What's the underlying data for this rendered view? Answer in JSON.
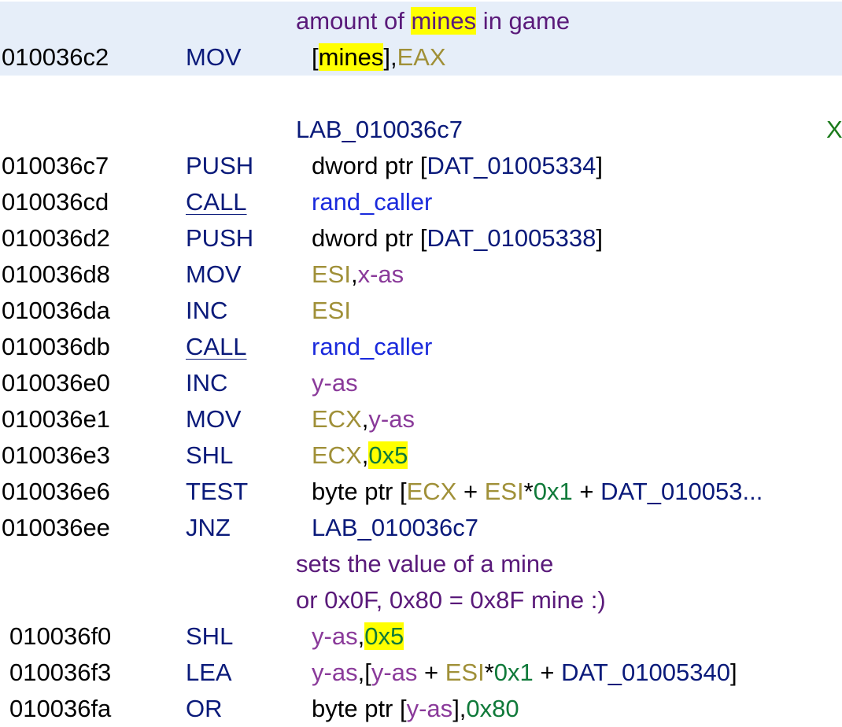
{
  "header": {
    "comment_pre": "amount of ",
    "comment_mark": "mines",
    "comment_post": " in game"
  },
  "lines": [
    {
      "addr": "010036c2",
      "mnem": "MOV"
    },
    {
      "label": "LAB_010036c7",
      "xref": "X"
    },
    {
      "addr": "010036c7",
      "mnem": "PUSH",
      "op_pre": "dword ptr [",
      "op_dat": "DAT_01005334",
      "op_post": "]"
    },
    {
      "addr": "010036cd",
      "mnem": "CALL",
      "op_fn": "rand_caller"
    },
    {
      "addr": "010036d2",
      "mnem": "PUSH",
      "op_pre": "dword ptr [",
      "op_dat": "DAT_01005338",
      "op_post": "]"
    },
    {
      "addr": "010036d8",
      "mnem": "MOV",
      "op_reg": "ESI",
      "op_sep": ",",
      "op_var": "x-as"
    },
    {
      "addr": "010036da",
      "mnem": "INC",
      "op_reg": "ESI"
    },
    {
      "addr": "010036db",
      "mnem": "CALL",
      "op_fn": "rand_caller"
    },
    {
      "addr": "010036e0",
      "mnem": "INC",
      "op_var": "y-as"
    },
    {
      "addr": "010036e1",
      "mnem": "MOV",
      "op_reg": "ECX",
      "op_sep": ",",
      "op_var": "y-as"
    },
    {
      "addr": "010036e3",
      "mnem": "SHL",
      "op_reg": "ECX",
      "op_sep": ",",
      "op_num": "0x5"
    },
    {
      "addr": "010036e6",
      "mnem": "TEST"
    },
    {
      "addr": "010036ee",
      "mnem": "JNZ",
      "op_dat": "LAB_010036c7"
    },
    {
      "comment": "sets the value of a mine"
    },
    {
      "comment": "or 0x0F, 0x80 = 0x8F mine :)"
    },
    {
      "addr": "010036f0",
      "mnem": "SHL",
      "op_var": "y-as",
      "op_sep": ",",
      "op_num": "0x5"
    },
    {
      "addr": "010036f3",
      "mnem": "LEA"
    },
    {
      "addr": "010036fa",
      "mnem": "OR"
    }
  ],
  "ops": {
    "mov_mines": {
      "open": "[",
      "mark": "mines",
      "close": "],",
      "reg": "EAX"
    },
    "test": {
      "pre": "byte ptr [",
      "r1": "ECX",
      "plus1": " + ",
      "r2": "ESI",
      "star": "*",
      "n": "0x1",
      "plus2": " + ",
      "dat": "DAT_010053..."
    },
    "lea": {
      "v1": "y-as",
      "mid": ",[",
      "v2": "y-as",
      "plus1": " + ",
      "r": "ESI",
      "star": "*",
      "n": "0x1",
      "plus2": " + ",
      "dat": "DAT_01005340",
      "close": "]"
    },
    "or": {
      "pre": "byte ptr [",
      "v": "y-as",
      "mid": "],",
      "n": "0x80"
    }
  },
  "colors": {
    "highlight": "#ffff00",
    "selected_row": "#e6eef9",
    "mnemonic": "#0a1a7a",
    "register": "#a09038",
    "variable": "#8a3a9a",
    "number": "#107a3a",
    "function": "#1a2adc",
    "comment": "#5a1a7a"
  }
}
